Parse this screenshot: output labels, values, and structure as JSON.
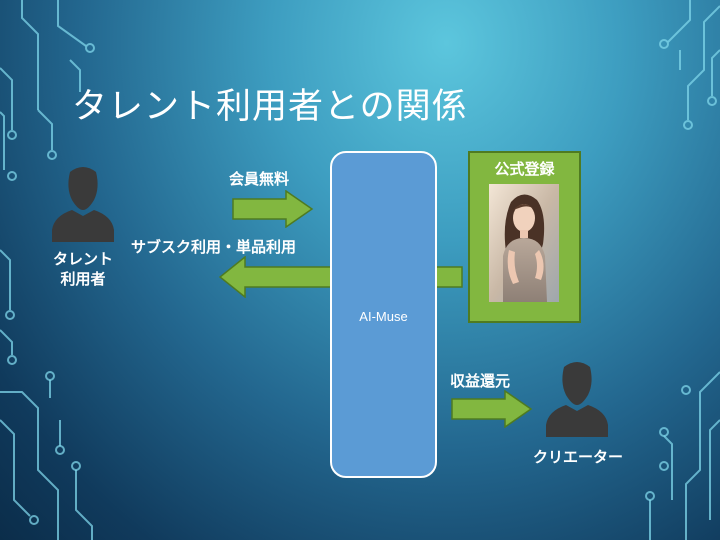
{
  "slide": {
    "title": "タレント利用者との関係"
  },
  "actors": {
    "user_line1": "タレント",
    "user_line2": "利用者",
    "creator": "クリエーター"
  },
  "platform": {
    "label": "AI-Muse"
  },
  "registration": {
    "title": "公式登録"
  },
  "flows": {
    "membership": "会員無料",
    "subscription": "サブスク利用・単品利用",
    "revenue": "収益還元"
  },
  "colors": {
    "arrow_fill": "#82b740",
    "arrow_border": "#4f7b21",
    "platform_fill": "#5b9bd5",
    "registration_fill": "#82b740",
    "person_silhouette": "#3a3a3a"
  },
  "icons": {
    "user": "person-silhouette-icon",
    "creator": "person-silhouette-icon",
    "talent_photo": "talent-portrait-image"
  }
}
